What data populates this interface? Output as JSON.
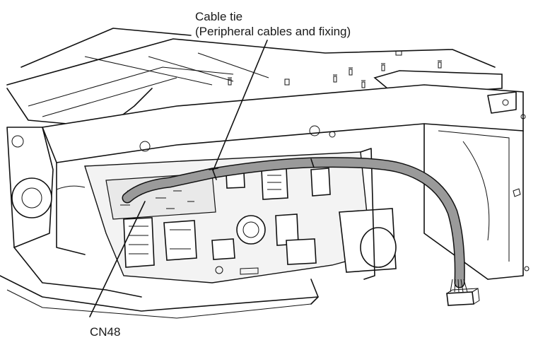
{
  "labels": {
    "cable_tie_line1": "Cable tie",
    "cable_tie_line2": "(Peripheral cables and fixing)",
    "connector": "CN48"
  }
}
